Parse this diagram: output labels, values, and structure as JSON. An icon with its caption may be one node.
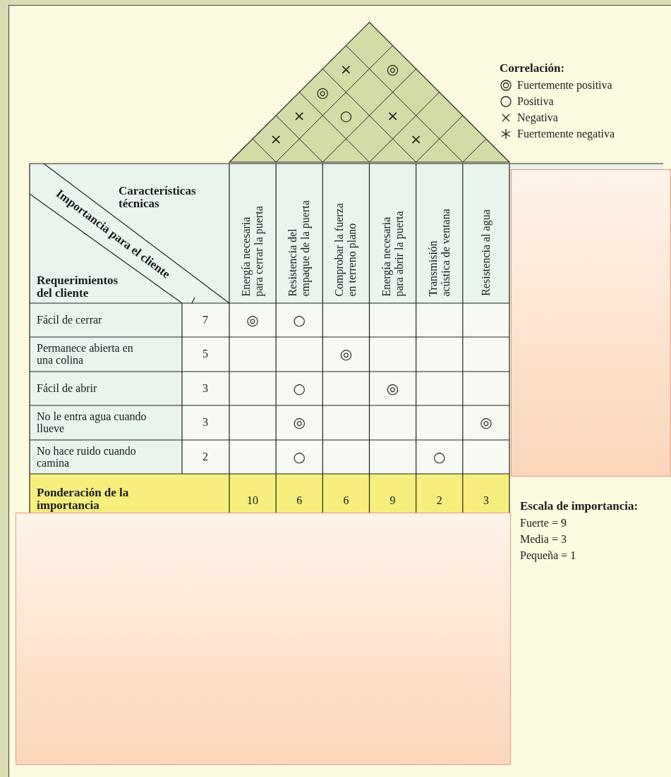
{
  "diagram": {
    "labels": [
      "×",
      "◎",
      "◎",
      "×",
      "○",
      "×",
      "×",
      "×",
      "Correlación:",
      "Características técnicas",
      "Importancia para el cliente",
      "Requerimientos del cliente",
      "Energía necesaria para cerrar la puerta",
      "Resistencia del empaque de la puerta",
      "Comprobar la fuerza en terreno plano",
      "Energía necesaria para abrir la puerta",
      "Transmisión acústica de ventana",
      "Resistencia al agua",
      "Fácil de cerrar",
      "7",
      "◎",
      "○",
      "Permanece abierta en una colina",
      "5",
      "◎",
      "Fácil de abrir",
      "3",
      "○",
      "◎",
      "No le entra agua cuando llueve",
      "3",
      "◎",
      "◎",
      "No hace ruido cuando camina",
      "2",
      "○",
      "○",
      "Ponderación de la importancia",
      "10",
      "6",
      "6",
      "9",
      "2",
      "3",
      "Escala de importancia:",
      "Fuerte = 9",
      "Media = 3",
      "Pequeña = 1"
    ],
    "legend": [
      {
        "text": "Fuertemente positiva"
      },
      {
        "text": "Positiva"
      },
      {
        "text": "Negativa"
      },
      {
        "text": "Fuertemente negativa"
      }
    ]
  }
}
